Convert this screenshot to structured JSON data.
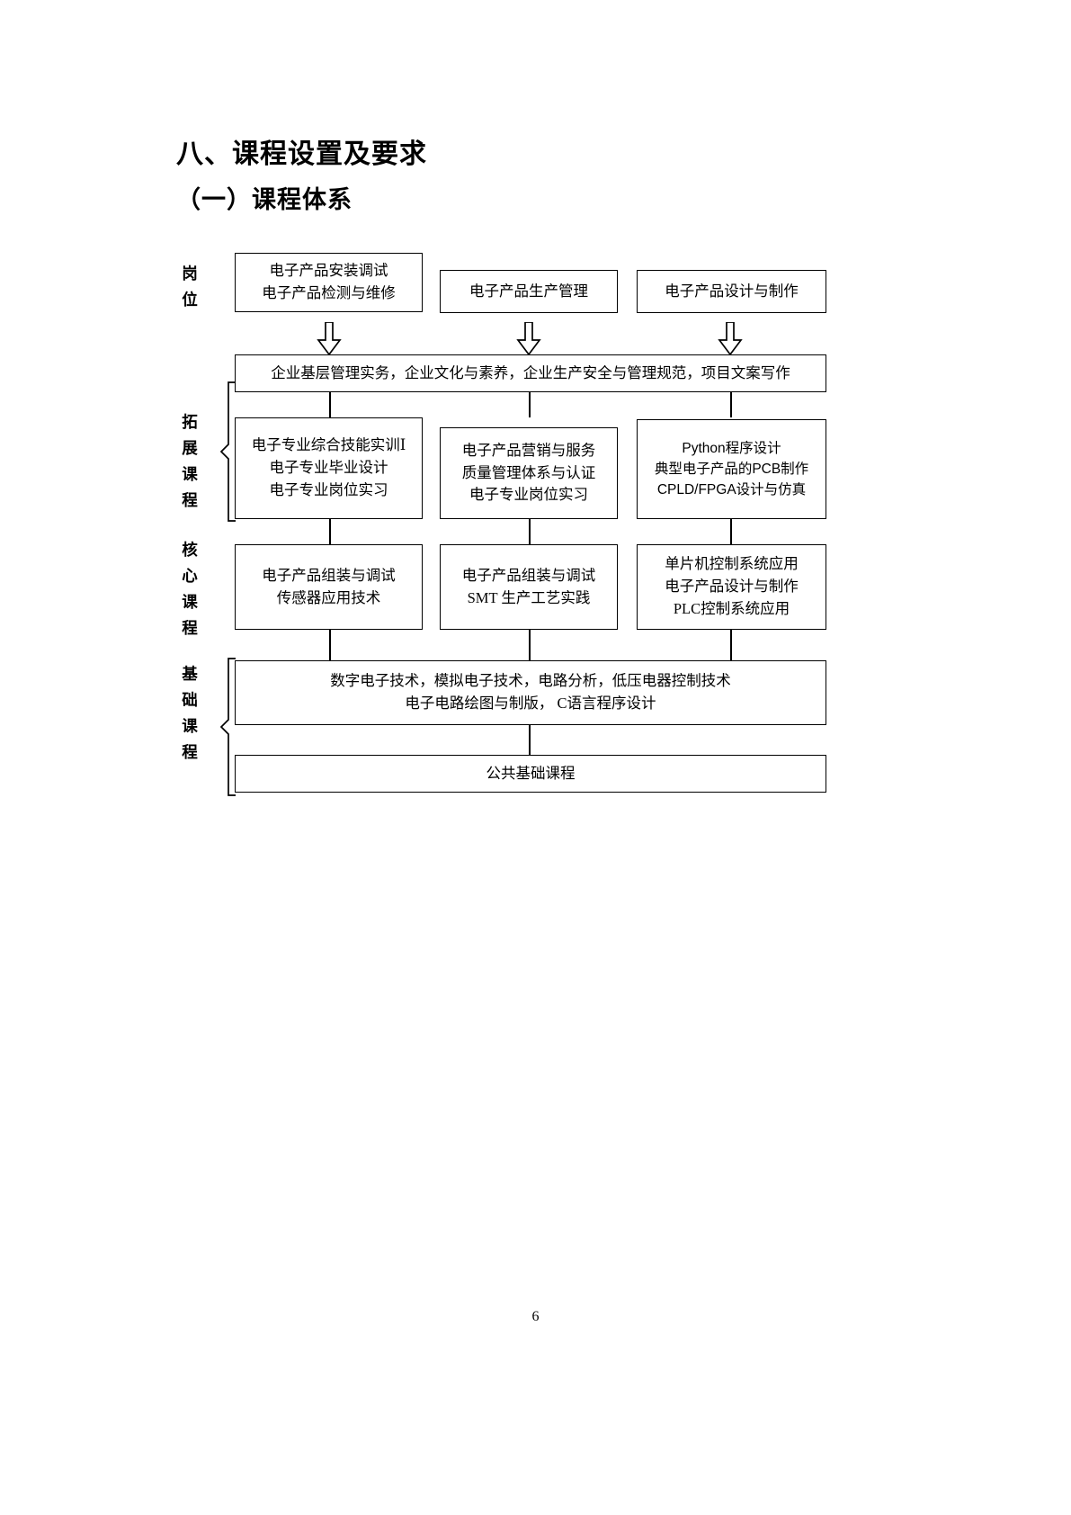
{
  "document": {
    "page_number": "6",
    "heading_main": "八、课程设置及要求",
    "heading_sub": "（一）课程体系"
  },
  "stage_labels": {
    "positions": "岗位",
    "extension": "拓展课程",
    "core": "核心课程",
    "foundation": "基础课程"
  },
  "diagram": {
    "type": "curriculum-hierarchy-flowchart",
    "positions_row": [
      {
        "id": "pos-1",
        "lines": [
          "电子产品安装调试",
          "电子产品检测与维修"
        ]
      },
      {
        "id": "pos-2",
        "lines": [
          "电子产品生产管理"
        ]
      },
      {
        "id": "pos-3",
        "lines": [
          "电子产品设计与制作"
        ]
      }
    ],
    "general_bar": {
      "id": "general-bar",
      "lines": [
        "企业基层管理实务，企业文化与素养，企业生产安全与管理规范，项目文案写作"
      ]
    },
    "extension_row": [
      {
        "id": "ext-1",
        "lines": [
          "电子专业综合技能实训Ⅰ",
          "电子专业毕业设计",
          "电子专业岗位实习"
        ]
      },
      {
        "id": "ext-2",
        "lines": [
          "电子产品营销与服务",
          "质量管理体系与认证",
          "电子专业岗位实习"
        ]
      },
      {
        "id": "ext-3",
        "lines": [
          "Python程序设计",
          "典型电子产品的PCB制作",
          "CPLD/FPGA设计与仿真"
        ]
      }
    ],
    "core_row": [
      {
        "id": "core-1",
        "lines": [
          "电子产品组装与调试",
          "传感器应用技术"
        ]
      },
      {
        "id": "core-2",
        "lines": [
          "电子产品组装与调试",
          "SMT 生产工艺实践"
        ]
      },
      {
        "id": "core-3",
        "lines": [
          "单片机控制系统应用",
          "电子产品设计与制作",
          "PLC控制系统应用"
        ]
      }
    ],
    "foundation_bar": {
      "id": "foundation-bar",
      "lines": [
        "数字电子技术，模拟电子技术，电路分析，低压电器控制技术",
        "电子电路绘图与制版， C语言程序设计"
      ]
    },
    "public_bar": {
      "id": "public-bar",
      "lines": [
        "公共基础课程"
      ]
    }
  }
}
